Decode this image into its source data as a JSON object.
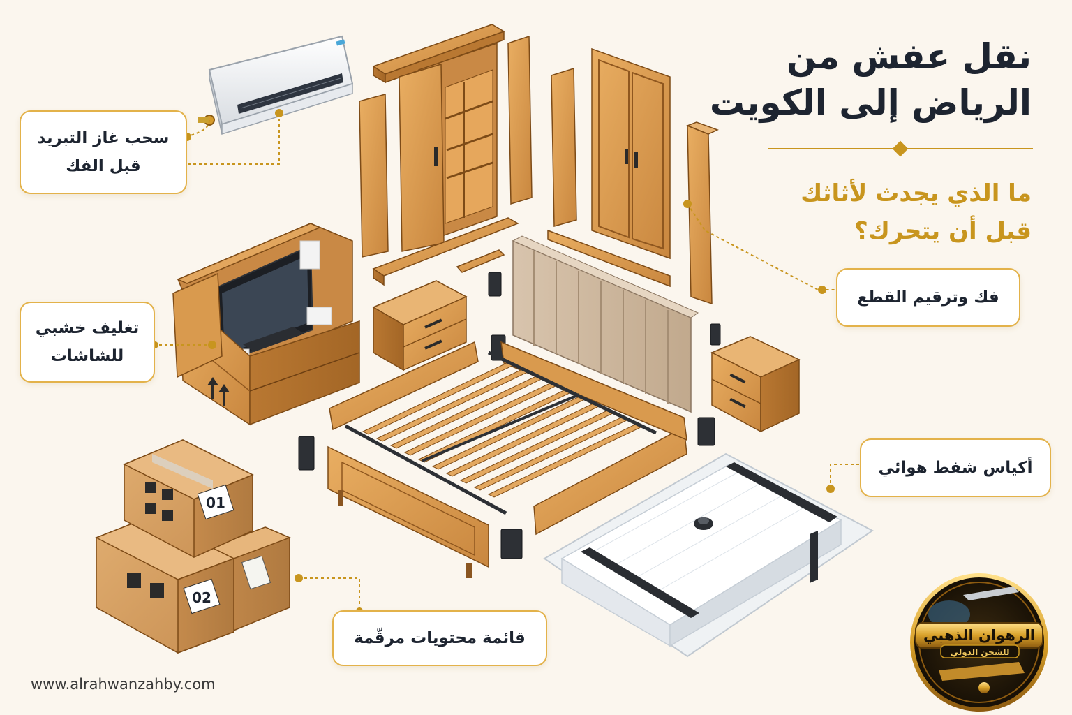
{
  "title": {
    "line1": "نقل عفش من",
    "line2": "الرياض إلى الكويت"
  },
  "subtitle": {
    "line1": "ما الذي يجدث لأثاثك",
    "line2": "قبل أن يتحرك؟"
  },
  "callouts": {
    "ac": {
      "line1": "سحب غاز التبريد",
      "line2": "قبل الفك"
    },
    "tv": {
      "line1": "تغليف خشبي",
      "line2": "للشاشات"
    },
    "disassembly": {
      "line1": "فك وترقيم القطع"
    },
    "vacuum": {
      "line1": "أكياس شفط هوائي"
    },
    "inventory": {
      "line1": "قائمة محتويات مرقّمة"
    }
  },
  "boxes": {
    "box1": "01",
    "box2": "02"
  },
  "logo": {
    "name": "الرهوان الذهبي",
    "tagline": "للشحن الدولي"
  },
  "website": "www.alrahwanzahby.com",
  "colors": {
    "background": "#fbf6ee",
    "accent_gold": "#c8951e",
    "title_dark": "#1d2430",
    "wood": "#d99a4e",
    "wood_dark": "#a8692a",
    "cardboard": "#d6a064"
  },
  "icons": [
    "air-conditioner-icon",
    "tv-crate-icon",
    "wardrobe-icon",
    "bed-frame-icon",
    "headboard-icon",
    "nightstand-icon",
    "mattress-vacuum-bag-icon",
    "cardboard-box-icon",
    "bracket-icon"
  ]
}
